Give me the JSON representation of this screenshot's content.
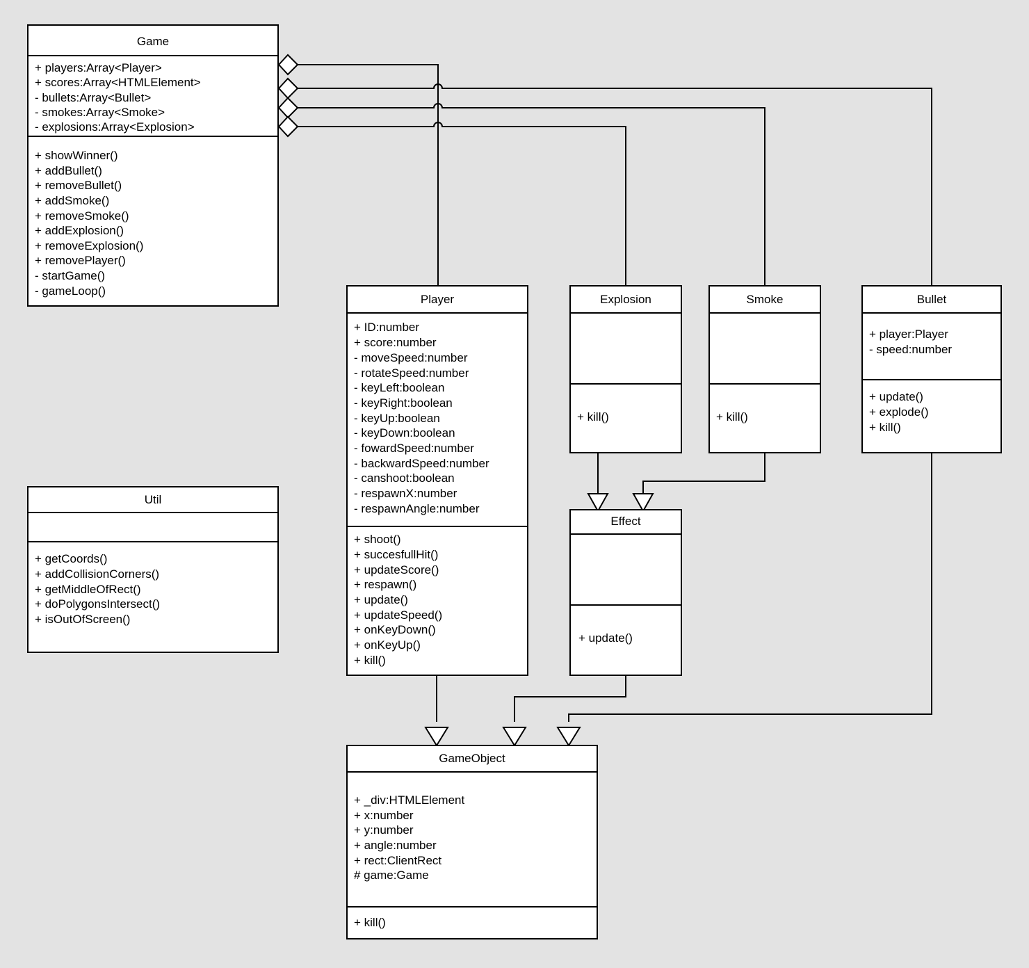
{
  "diagram": {
    "kind": "uml-class-diagram",
    "background_color": "#e3e3e3",
    "box_fill_color": "#ffffff",
    "line_color": "#000000"
  },
  "classes": {
    "game": {
      "name": "Game",
      "attributes": [
        "+ players:Array<Player>",
        "+ scores:Array<HTMLElement>",
        "- bullets:Array<Bullet>",
        "- smokes:Array<Smoke>",
        "- explosions:Array<Explosion>"
      ],
      "methods": [
        "+ showWinner()",
        "+ addBullet()",
        "+ removeBullet()",
        "+ addSmoke()",
        "+ removeSmoke()",
        "+ addExplosion()",
        "+ removeExplosion()",
        "+ removePlayer()",
        "- startGame()",
        "- gameLoop()"
      ]
    },
    "util": {
      "name": "Util",
      "attributes": [],
      "methods": [
        "+ getCoords()",
        "+ addCollisionCorners()",
        "+ getMiddleOfRect()",
        "+ doPolygonsIntersect()",
        "+ isOutOfScreen()"
      ]
    },
    "player": {
      "name": "Player",
      "attributes": [
        "+ ID:number",
        "+ score:number",
        "- moveSpeed:number",
        "- rotateSpeed:number",
        "- keyLeft:boolean",
        "- keyRight:boolean",
        "- keyUp:boolean",
        "- keyDown:boolean",
        "- fowardSpeed:number",
        "- backwardSpeed:number",
        "- canshoot:boolean",
        "- respawnX:number",
        "- respawnAngle:number"
      ],
      "methods": [
        "+ shoot()",
        "+ succesfullHit()",
        "+ updateScore()",
        "+ respawn()",
        "+ update()",
        "+ updateSpeed()",
        "+ onKeyDown()",
        "+ onKeyUp()",
        "+ kill()"
      ]
    },
    "explosion": {
      "name": "Explosion",
      "attributes": [],
      "methods": [
        "+ kill()"
      ]
    },
    "smoke": {
      "name": "Smoke",
      "attributes": [],
      "methods": [
        "+ kill()"
      ]
    },
    "bullet": {
      "name": "Bullet",
      "attributes": [
        "+ player:Player",
        "- speed:number"
      ],
      "methods": [
        "+ update()",
        "+ explode()",
        "+ kill()"
      ]
    },
    "effect": {
      "name": "Effect",
      "attributes": [],
      "methods": [
        "+ update()"
      ]
    },
    "gameobject": {
      "name": "GameObject",
      "attributes": [
        "+  _div:HTMLElement",
        "+ x:number",
        "+ y:number",
        "+ angle:number",
        "+ rect:ClientRect",
        "# game:Game"
      ],
      "methods": [
        "+ kill()"
      ]
    }
  },
  "relationships": [
    {
      "type": "aggregation",
      "from": "Game",
      "to": "Player"
    },
    {
      "type": "aggregation",
      "from": "Game",
      "to": "Bullet"
    },
    {
      "type": "aggregation",
      "from": "Game",
      "to": "Smoke"
    },
    {
      "type": "aggregation",
      "from": "Game",
      "to": "Explosion"
    },
    {
      "type": "generalization",
      "from": "Explosion",
      "to": "Effect"
    },
    {
      "type": "generalization",
      "from": "Smoke",
      "to": "Effect"
    },
    {
      "type": "generalization",
      "from": "Player",
      "to": "GameObject"
    },
    {
      "type": "generalization",
      "from": "Effect",
      "to": "GameObject"
    },
    {
      "type": "generalization",
      "from": "Bullet",
      "to": "GameObject"
    }
  ]
}
